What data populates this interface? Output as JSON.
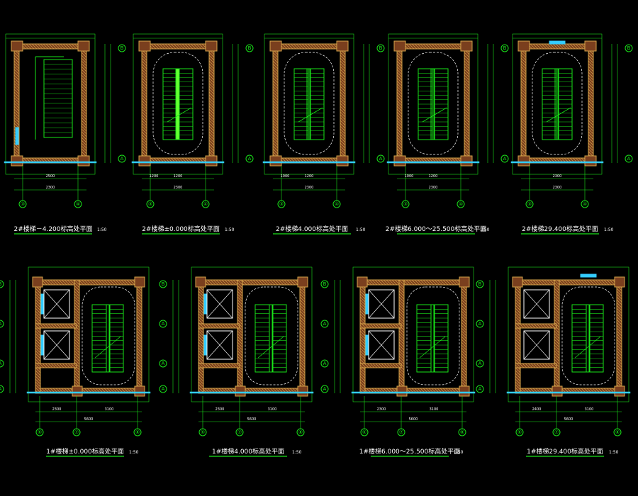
{
  "colors": {
    "background": "#000000",
    "wall": "#d4a34a",
    "wall_fill": "#7a3f1e",
    "line": "#19e319",
    "dim": "#19e319",
    "text": "#ffffff",
    "cyan": "#33ccff",
    "title": "#ffffff"
  },
  "row1": [
    {
      "title": "2#楼梯－4.200标高处平面",
      "scale": "1:50",
      "axes_bottom": [
        "③",
        "④"
      ],
      "axes_right": [
        "B",
        "A"
      ],
      "dims": [
        "2500",
        "2300"
      ]
    },
    {
      "title": "2#楼梯±0.000标高处平面",
      "scale": "1:50",
      "axes_bottom": [
        "③",
        "④"
      ],
      "axes_right": [
        "B",
        "A"
      ],
      "dims": [
        "1200",
        "1200",
        "2300"
      ]
    },
    {
      "title": "2#楼梯4.000标高处平面",
      "scale": "1:50",
      "axes_bottom": [
        "③",
        "④"
      ],
      "axes_right": [
        "B",
        "A"
      ],
      "dims": [
        "1000",
        "1200",
        "2300"
      ]
    },
    {
      "title": "2#楼梯6.000～25.500标高处平面",
      "scale": "1:50",
      "axes_bottom": [
        "③",
        "④"
      ],
      "axes_right": [
        "B",
        "A"
      ],
      "dims": [
        "1000",
        "1200",
        "2300"
      ]
    },
    {
      "title": "2#楼梯29.400标高处平面",
      "scale": "1:50",
      "axes_bottom": [
        "③",
        "④"
      ],
      "axes_right": [
        "B",
        "A"
      ],
      "dims": [
        "2300",
        "2300"
      ]
    }
  ],
  "row2": [
    {
      "title": "1#楼梯±0.000标高处平面",
      "scale": "1:50",
      "axes_bottom": [
        "⑥",
        "⑦",
        "⑧"
      ],
      "axes_left": [
        "B",
        "A",
        "A",
        "A"
      ],
      "dims": [
        "2300",
        "3100",
        "5600"
      ]
    },
    {
      "title": "1#楼梯4.000标高处平面",
      "scale": "1:50",
      "axes_bottom": [
        "⑥",
        "⑦",
        "⑧"
      ],
      "axes_left": [
        "B",
        "A",
        "A",
        "A"
      ],
      "dims": [
        "2300",
        "3100",
        "5600"
      ]
    },
    {
      "title": "1#楼梯6.000～25.500标高处平面",
      "scale": "1:50",
      "axes_bottom": [
        "⑥",
        "⑦",
        "⑧"
      ],
      "axes_left": [
        "B",
        "A",
        "A",
        "A"
      ],
      "dims": [
        "2300",
        "3100",
        "5600"
      ]
    },
    {
      "title": "1#楼梯29.400标高处平面",
      "scale": "1:50",
      "axes_bottom": [
        "⑥",
        "⑦",
        "⑧"
      ],
      "axes_left": [
        "B",
        "A",
        "A",
        "A"
      ],
      "dims": [
        "2400",
        "3100",
        "5600"
      ]
    }
  ]
}
